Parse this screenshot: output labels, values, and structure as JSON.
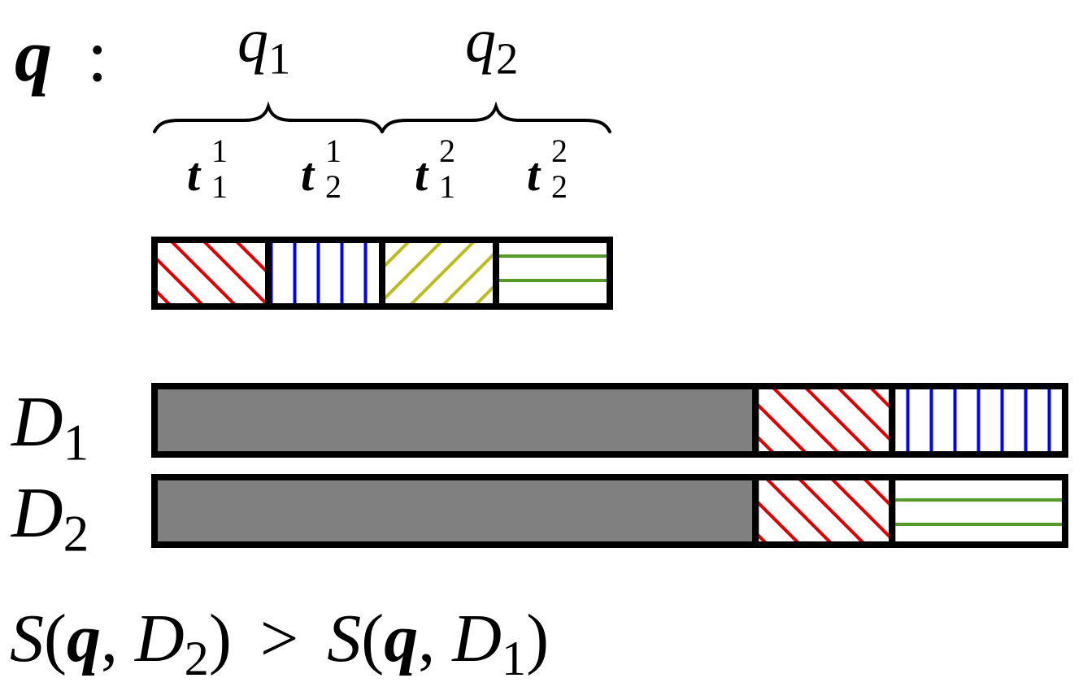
{
  "query": {
    "symbol": "q",
    "separator": ":",
    "groups": [
      {
        "label": "q",
        "index": "1"
      },
      {
        "label": "q",
        "index": "2"
      }
    ],
    "terms": [
      {
        "base": "t",
        "sup": "1",
        "sub": "1",
        "pattern": "diag-down",
        "color": "#dd0000"
      },
      {
        "base": "t",
        "sup": "1",
        "sub": "2",
        "pattern": "vertical",
        "color": "#0000ff"
      },
      {
        "base": "t",
        "sup": "2",
        "sub": "1",
        "pattern": "diag-up",
        "color": "#bcbd22"
      },
      {
        "base": "t",
        "sup": "2",
        "sub": "2",
        "pattern": "horizontal",
        "color": "#559a28"
      }
    ]
  },
  "documents": [
    {
      "label": "D",
      "index": "1",
      "segments": [
        {
          "type": "filler",
          "color": "#808080",
          "share": 0.66
        },
        {
          "type": "term",
          "term": "t_1^1",
          "pattern": "diag-down",
          "color": "#dd0000",
          "share": 0.15
        },
        {
          "type": "term",
          "term": "t_2^1",
          "pattern": "vertical",
          "color": "#0000ff",
          "share": 0.19
        }
      ]
    },
    {
      "label": "D",
      "index": "2",
      "segments": [
        {
          "type": "filler",
          "color": "#808080",
          "share": 0.66
        },
        {
          "type": "term",
          "term": "t_1^1",
          "pattern": "diag-down",
          "color": "#dd0000",
          "share": 0.15
        },
        {
          "type": "term",
          "term": "t_2^2",
          "pattern": "horizontal",
          "color": "#559a28",
          "share": 0.19
        }
      ]
    }
  ],
  "formula": {
    "lhs": {
      "fn": "S",
      "q": "q",
      "doc": "D",
      "index": "2"
    },
    "op": ">",
    "rhs": {
      "fn": "S",
      "q": "q",
      "doc": "D",
      "index": "1"
    }
  }
}
